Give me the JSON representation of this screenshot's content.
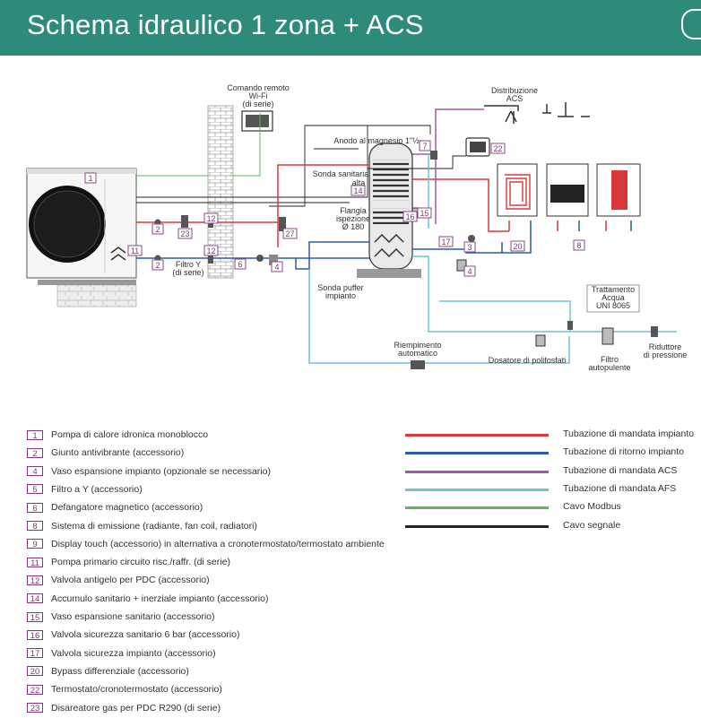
{
  "header": {
    "title": "Schema idraulico 1 zona + ACS"
  },
  "colors": {
    "header_bg": "#2e8b7a",
    "mandata_impianto": "#d9383a",
    "ritorno_impianto": "#2a5ca8",
    "mandata_acs": "#a05aa8",
    "mandata_afs": "#6cc4d6",
    "modbus": "#5ab858",
    "segnale": "#222222",
    "badge": "#7b3b78"
  },
  "diagram_labels": {
    "comando_remoto": [
      "Comando remoto",
      "Wi-Fi",
      "(di serie)"
    ],
    "distribuzione_acs": [
      "Distribuzione",
      "ACS"
    ],
    "anodo": "Anodo al magnesio 1\"½",
    "sonda_sanitaria": [
      "Sonda sanitaria",
      "alta"
    ],
    "flangia": [
      "Flangia",
      "ispezione",
      "Ø 180"
    ],
    "filtro_y": [
      "Filtro Y",
      "(di serie)"
    ],
    "sonda_puffer": [
      "Sonda puffer",
      "impianto"
    ],
    "trattamento": [
      "Trattamento",
      "Acqua",
      "UNI 8065"
    ],
    "riempimento": [
      "Riempimento",
      "automatico"
    ],
    "dosatore": "Dosatore di polifosfati",
    "filtro_autopulente": [
      "Filtro",
      "autopulente"
    ],
    "riduttore": [
      "Riduttore",
      "di pressione"
    ]
  },
  "badges": {
    "b1": "1",
    "b2a": "2",
    "b2b": "2",
    "b23": "23",
    "b12a": "12",
    "b12b": "12",
    "b11": "11",
    "b6": "6",
    "b4a": "4",
    "b4b": "4",
    "b27": "27",
    "b7": "7",
    "b22": "22",
    "b14": "14",
    "b16": "16",
    "b15": "15",
    "b17": "17",
    "b3": "3",
    "b20": "20",
    "b8": "8"
  },
  "legend_items": [
    {
      "num": "1",
      "label": "Pompa di calore idronica monoblocco"
    },
    {
      "num": "2",
      "label": "Giunto antivibrante (accessorio)"
    },
    {
      "num": "4",
      "label": "Vaso espansione impianto (opzionale se necessario)"
    },
    {
      "num": "5",
      "label": "Filtro a Y (accessorio)"
    },
    {
      "num": "6",
      "label": "Defangatore magnetico (accessorio)"
    },
    {
      "num": "8",
      "label": "Sistema di emissione (radiante, fan coil, radiatori)"
    },
    {
      "num": "9",
      "label": "Display touch (accessorio) in alternativa a cronotermostato/termostato ambiente"
    },
    {
      "num": "11",
      "label": "Pompa primario circuito risc./raffr. (di serie)"
    },
    {
      "num": "12",
      "label": "Valvola antigelo per PDC (accessorio)"
    },
    {
      "num": "14",
      "label": "Accumulo sanitario + inerziale impianto (accessorio)"
    },
    {
      "num": "15",
      "label": "Vaso espansione sanitario (accessorio)"
    },
    {
      "num": "16",
      "label": "Valvola sicurezza sanitario 6 bar (accessorio)"
    },
    {
      "num": "17",
      "label": "Valvola sicurezza impianto (accessorio)"
    },
    {
      "num": "20",
      "label": "Bypass differenziale (accessorio)"
    },
    {
      "num": "22",
      "label": "Termostato/cronotermostato (accessorio)"
    },
    {
      "num": "23",
      "label": "Disareatore gas per PDC R290 (di serie)"
    }
  ],
  "legend_lines": [
    {
      "label": "Tubazione di mandata impianto",
      "color": "#d9383a"
    },
    {
      "label": "Tubazione di ritorno impianto",
      "color": "#2a5ca8"
    },
    {
      "label": "Tubazione di mandata ACS",
      "color": "#a05aa8"
    },
    {
      "label": "Tubazione di mandata AFS",
      "color": "#6cc4d6"
    },
    {
      "label": "Cavo Modbus",
      "color": "#5ab858"
    },
    {
      "label": "Cavo segnale",
      "color": "#222222"
    }
  ]
}
